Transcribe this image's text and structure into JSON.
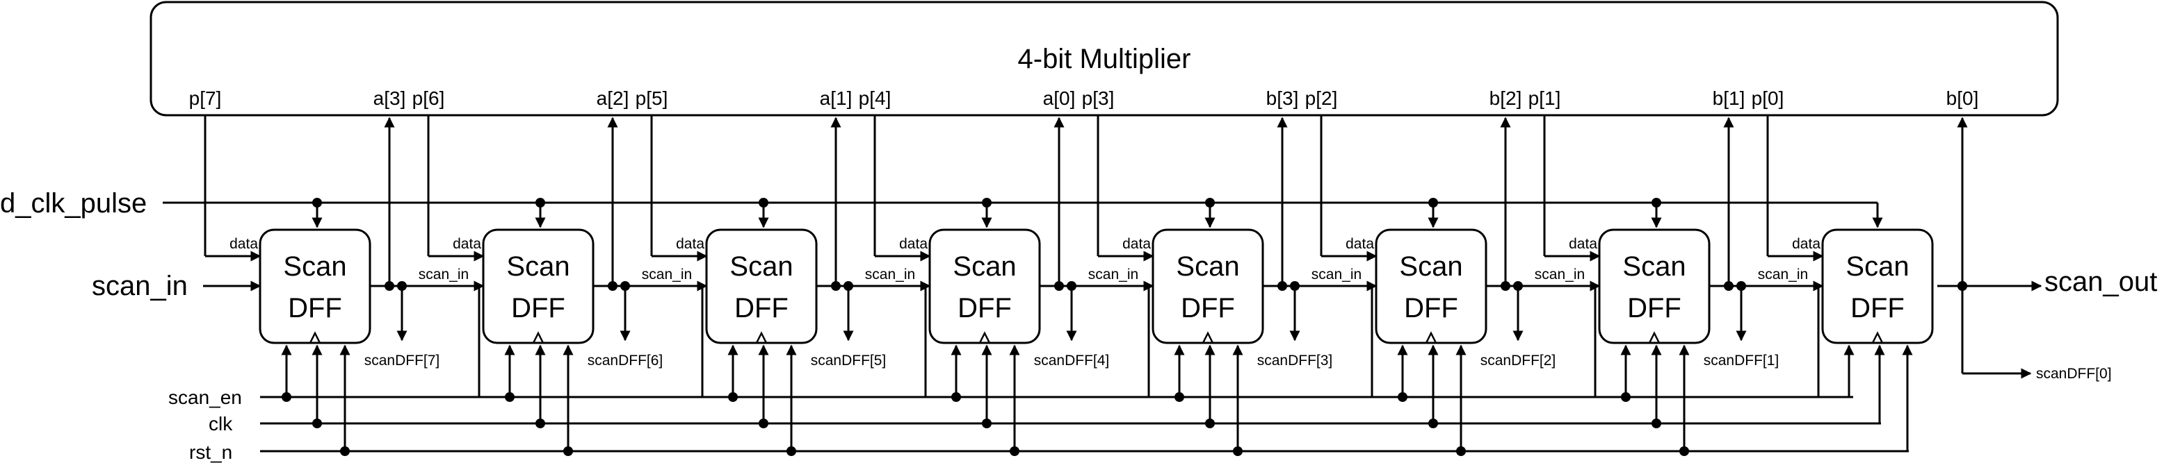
{
  "multiplier": {
    "title": "4-bit Multiplier",
    "ports": [
      "p[7]",
      "a[3]",
      "p[6]",
      "a[2]",
      "p[5]",
      "a[1]",
      "p[4]",
      "a[0]",
      "p[3]",
      "b[3]",
      "p[2]",
      "b[2]",
      "p[1]",
      "b[1]",
      "p[0]",
      "b[0]"
    ]
  },
  "dff": {
    "line1": "Scan",
    "line2": "DFF",
    "data_pin": "data",
    "scan_in_pin": "scan_in"
  },
  "dffs": [
    {
      "output": "scanDFF[7]",
      "data": "p[7]",
      "drives": "a[3]"
    },
    {
      "output": "scanDFF[6]",
      "data": "p[6]",
      "drives": "a[2]"
    },
    {
      "output": "scanDFF[5]",
      "data": "p[5]",
      "drives": "a[1]"
    },
    {
      "output": "scanDFF[4]",
      "data": "p[4]",
      "drives": "a[0]"
    },
    {
      "output": "scanDFF[3]",
      "data": "p[3]",
      "drives": "b[3]"
    },
    {
      "output": "scanDFF[2]",
      "data": "p[2]",
      "drives": "b[2]"
    },
    {
      "output": "scanDFF[1]",
      "data": "p[1]",
      "drives": "b[1]"
    },
    {
      "output": "scanDFF[0]",
      "data": "p[0]",
      "drives": "b[0]"
    }
  ],
  "signals": {
    "d_clk_pulse": "d_clk_pulse",
    "scan_in": "scan_in",
    "scan_out": "scan_out",
    "scan_en": "scan_en",
    "clk": "clk",
    "rst_n": "rst_n"
  }
}
